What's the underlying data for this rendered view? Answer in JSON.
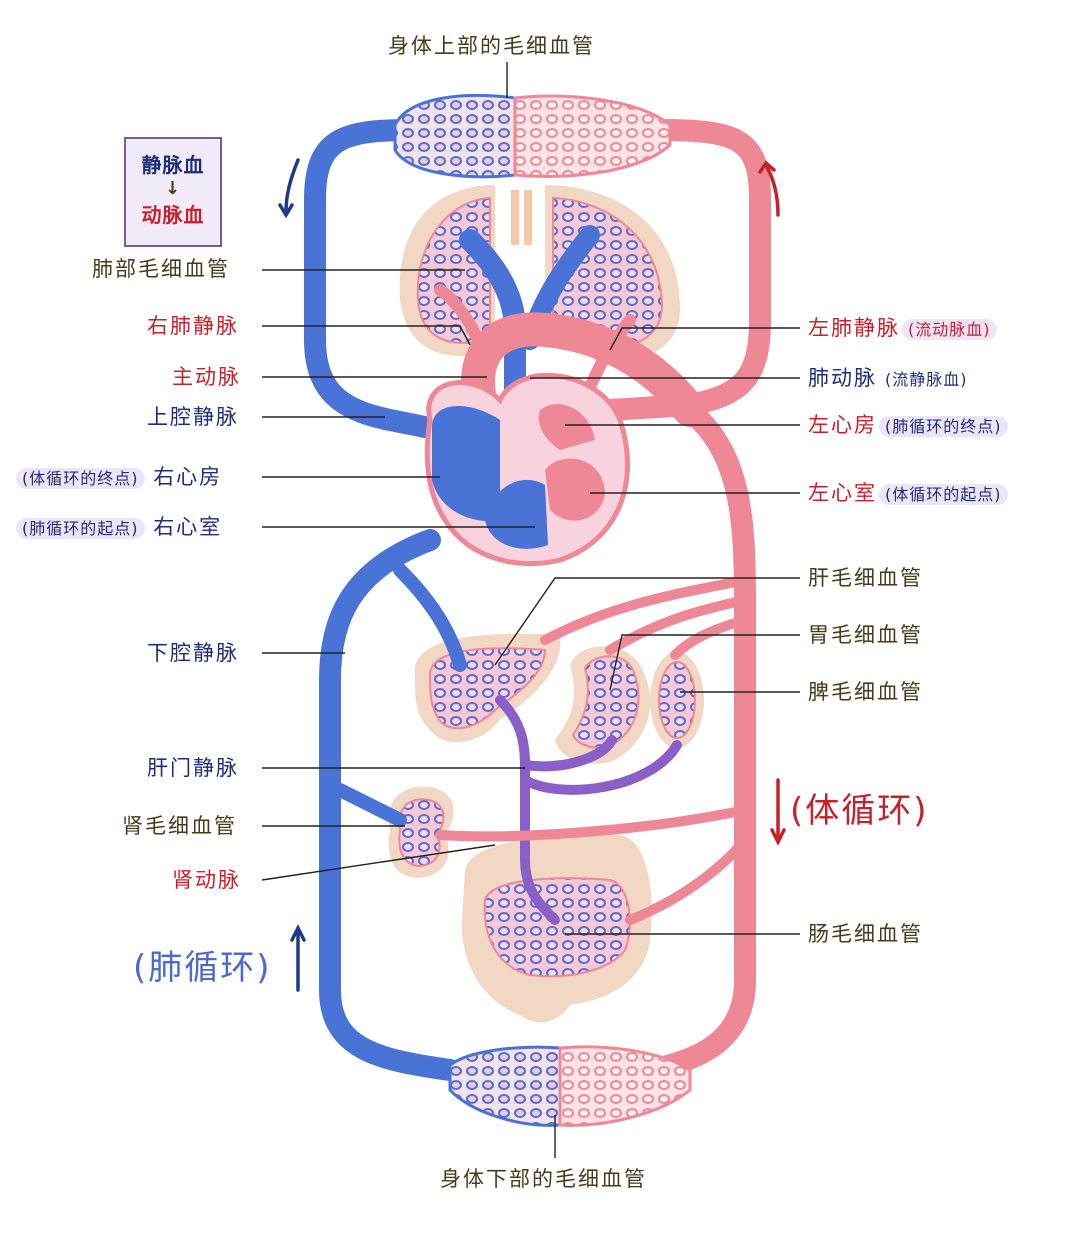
{
  "colors": {
    "vein_blue": "#4a73d8",
    "artery_pink": "#ef8896",
    "label_brown": "#4a3a1a",
    "label_red": "#c8202a",
    "label_navy": "#1d2f7a",
    "organ_tan": "#f2d8c4",
    "hepatic_purple": "#8a60c8"
  },
  "legend": {
    "from": "静脉血",
    "arrow": "↓",
    "to": "动脉血"
  },
  "labels": {
    "upper_capillaries": "身体上部的毛细血管",
    "lower_capillaries": "身体下部的毛细血管",
    "lung_capillaries": "肺部毛细血管",
    "right_pulmonary_vein": "右肺静脉",
    "aorta": "主动脉",
    "superior_vena_cava": "上腔静脉",
    "right_atrium": "右心房",
    "right_atrium_note": "(体循环的终点)",
    "right_ventricle": "右心室",
    "right_ventricle_note": "(肺循环的起点)",
    "inferior_vena_cava": "下腔静脉",
    "hepatic_portal_vein": "肝门静脉",
    "kidney_capillaries": "肾毛细血管",
    "renal_artery": "肾动脉",
    "left_pulmonary_vein": "左肺静脉",
    "left_pulmonary_vein_note": "(流动脉血)",
    "pulmonary_artery": "肺动脉",
    "pulmonary_artery_note": "(流静脉血)",
    "left_atrium": "左心房",
    "left_atrium_note": "(肺循环的终点)",
    "left_ventricle": "左心室",
    "left_ventricle_note": "(体循环的起点)",
    "liver_capillaries": "肝毛细血管",
    "stomach_capillaries": "胃毛细血管",
    "spleen_capillaries": "脾毛细血管",
    "intestine_capillaries": "肠毛细血管",
    "systemic_circulation": "(体循环)",
    "pulmonary_circulation": "(肺循环)"
  }
}
